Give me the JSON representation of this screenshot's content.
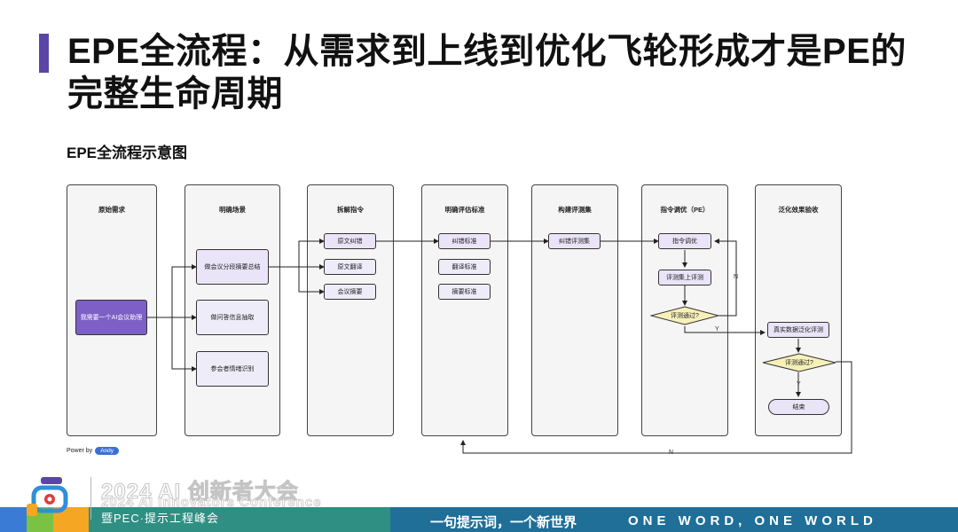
{
  "page": {
    "title": "EPE全流程：从需求到上线到优化飞轮形成才是PE的完整生命周期",
    "subtitle": "EPE全流程示意图"
  },
  "diagram": {
    "columns": [
      {
        "title": "原始需求"
      },
      {
        "title": "明确场景"
      },
      {
        "title": "拆解指令"
      },
      {
        "title": "明确评估标准"
      },
      {
        "title": "构建评测集"
      },
      {
        "title": "指令调优（PE）"
      },
      {
        "title": "泛化效果验收"
      }
    ],
    "nodes": {
      "need": "我需要一个AI会议助理",
      "scene_summary": "做会议分段摘要总结",
      "scene_qa": "做问答信息抽取",
      "scene_emotion": "参会者情绪识别",
      "split_correct": "原文纠错",
      "split_translate": "原文翻译",
      "split_summary": "会议摘要",
      "std_correct": "纠错标准",
      "std_translate": "翻译标准",
      "std_summary": "摘要标准",
      "evalset": "纠错评测集",
      "tune": "指令调优",
      "eval_run": "评测集上评测",
      "pass_q1": "评测通过?",
      "real_eval": "真实数据泛化评测",
      "pass_q2": "评测通过?",
      "end": "结束"
    },
    "edge_labels": {
      "n1": "N",
      "y1": "Y",
      "y2": "Y",
      "n2": "N"
    },
    "colors": {
      "accent": "#5b45a8",
      "node_dark": "#7e5fc6",
      "node_light": "#e9e4f7"
    }
  },
  "power": {
    "label": "Power by",
    "author": "Andy"
  },
  "footer": {
    "conference": "2024 AI 创新者大会",
    "conference_en": "2024 AI Innovators Conference",
    "pec": "暨PEC·提示工程峰会",
    "slogan_cn": "一句提示词，一个新世界",
    "slogan_en": "ONE WORD, ONE WORLD",
    "logo_icon": "conference-logo-icon"
  }
}
